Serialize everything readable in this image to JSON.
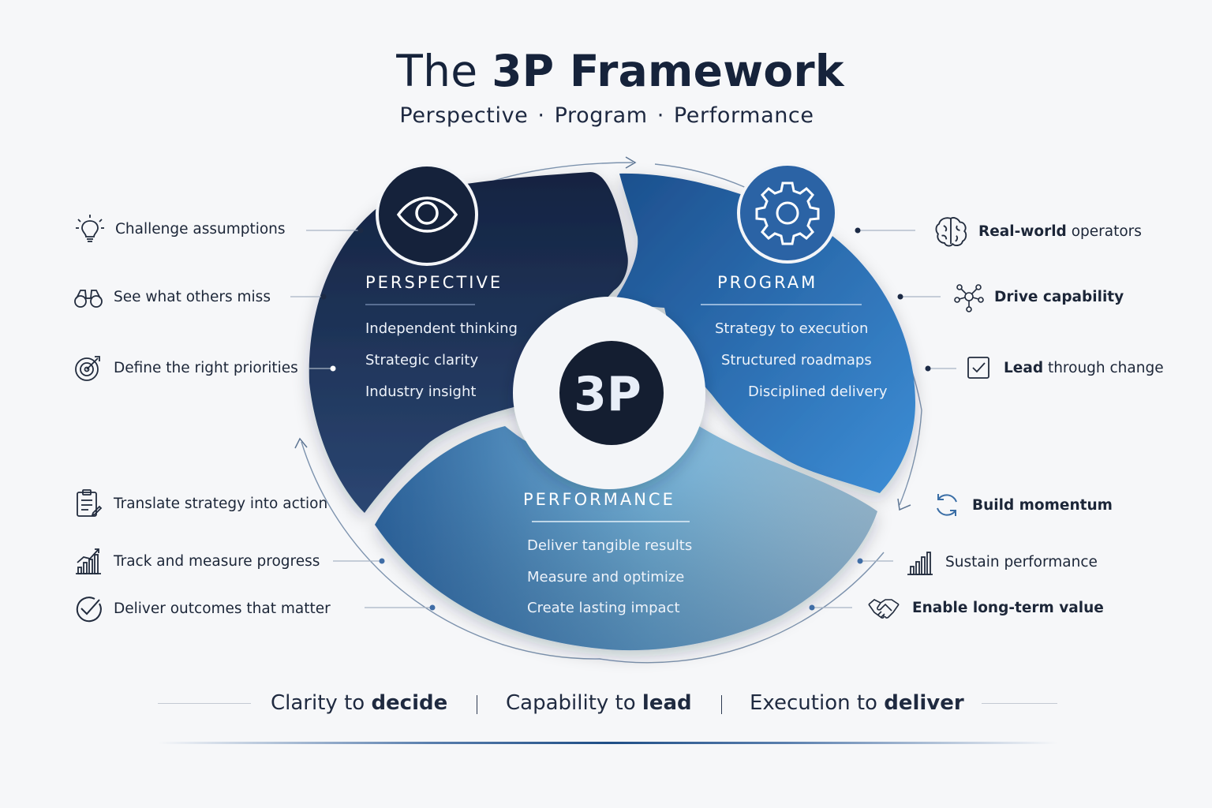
{
  "header": {
    "title_prefix": "The ",
    "title_bold": "3P Framework",
    "subtitle_parts": [
      "Perspective",
      "Program",
      "Performance"
    ],
    "subtitle_separator": "·"
  },
  "center": {
    "logo_text": "3P"
  },
  "segments": {
    "perspective": {
      "title": "PERSPECTIVE",
      "lines": [
        "Independent thinking",
        "Strategic clarity",
        "Industry insight"
      ],
      "icon": "eye-icon",
      "color": "#1b2c4c"
    },
    "program": {
      "title": "PROGRAM",
      "lines": [
        "Strategy to execution",
        "Structured roadmaps",
        "Disciplined delivery"
      ],
      "icon": "gear-icon",
      "color": "#2a65a8"
    },
    "performance": {
      "title": "PERFORMANCE",
      "lines": [
        "Deliver tangible results",
        "Measure and optimize",
        "Create lasting impact"
      ],
      "color": "#5f9fd0"
    }
  },
  "left_items": [
    {
      "icon": "lightbulb-icon",
      "text": "Challenge assumptions"
    },
    {
      "icon": "binoculars-icon",
      "text": "See what others miss"
    },
    {
      "icon": "target-icon",
      "text": "Define the right priorities"
    },
    {
      "icon": "clipboard-icon",
      "text": "Translate strategy into action"
    },
    {
      "icon": "bar-chart-icon",
      "text": "Track and measure progress"
    },
    {
      "icon": "checkmark-icon",
      "text": "Deliver outcomes that matter"
    }
  ],
  "right_items": [
    {
      "icon": "brain-icon",
      "bold": "Real-world",
      "rest": " operators"
    },
    {
      "icon": "network-icon",
      "bold": "Drive capability",
      "rest": ""
    },
    {
      "icon": "checkbox-icon",
      "bold": "Lead",
      "rest": " through change"
    },
    {
      "icon": "refresh-icon",
      "bold": "Build momentum",
      "rest": ""
    },
    {
      "icon": "bar-chart-icon",
      "bold": "",
      "rest": "Sustain performance"
    },
    {
      "icon": "handshake-icon",
      "bold": "Enable long-term value",
      "rest": ""
    }
  ],
  "footer": [
    {
      "plain": "Clarity to ",
      "bold": "decide"
    },
    {
      "plain": "Capability to ",
      "bold": "lead"
    },
    {
      "plain": "Execution to ",
      "bold": "deliver"
    }
  ],
  "separator": "|"
}
